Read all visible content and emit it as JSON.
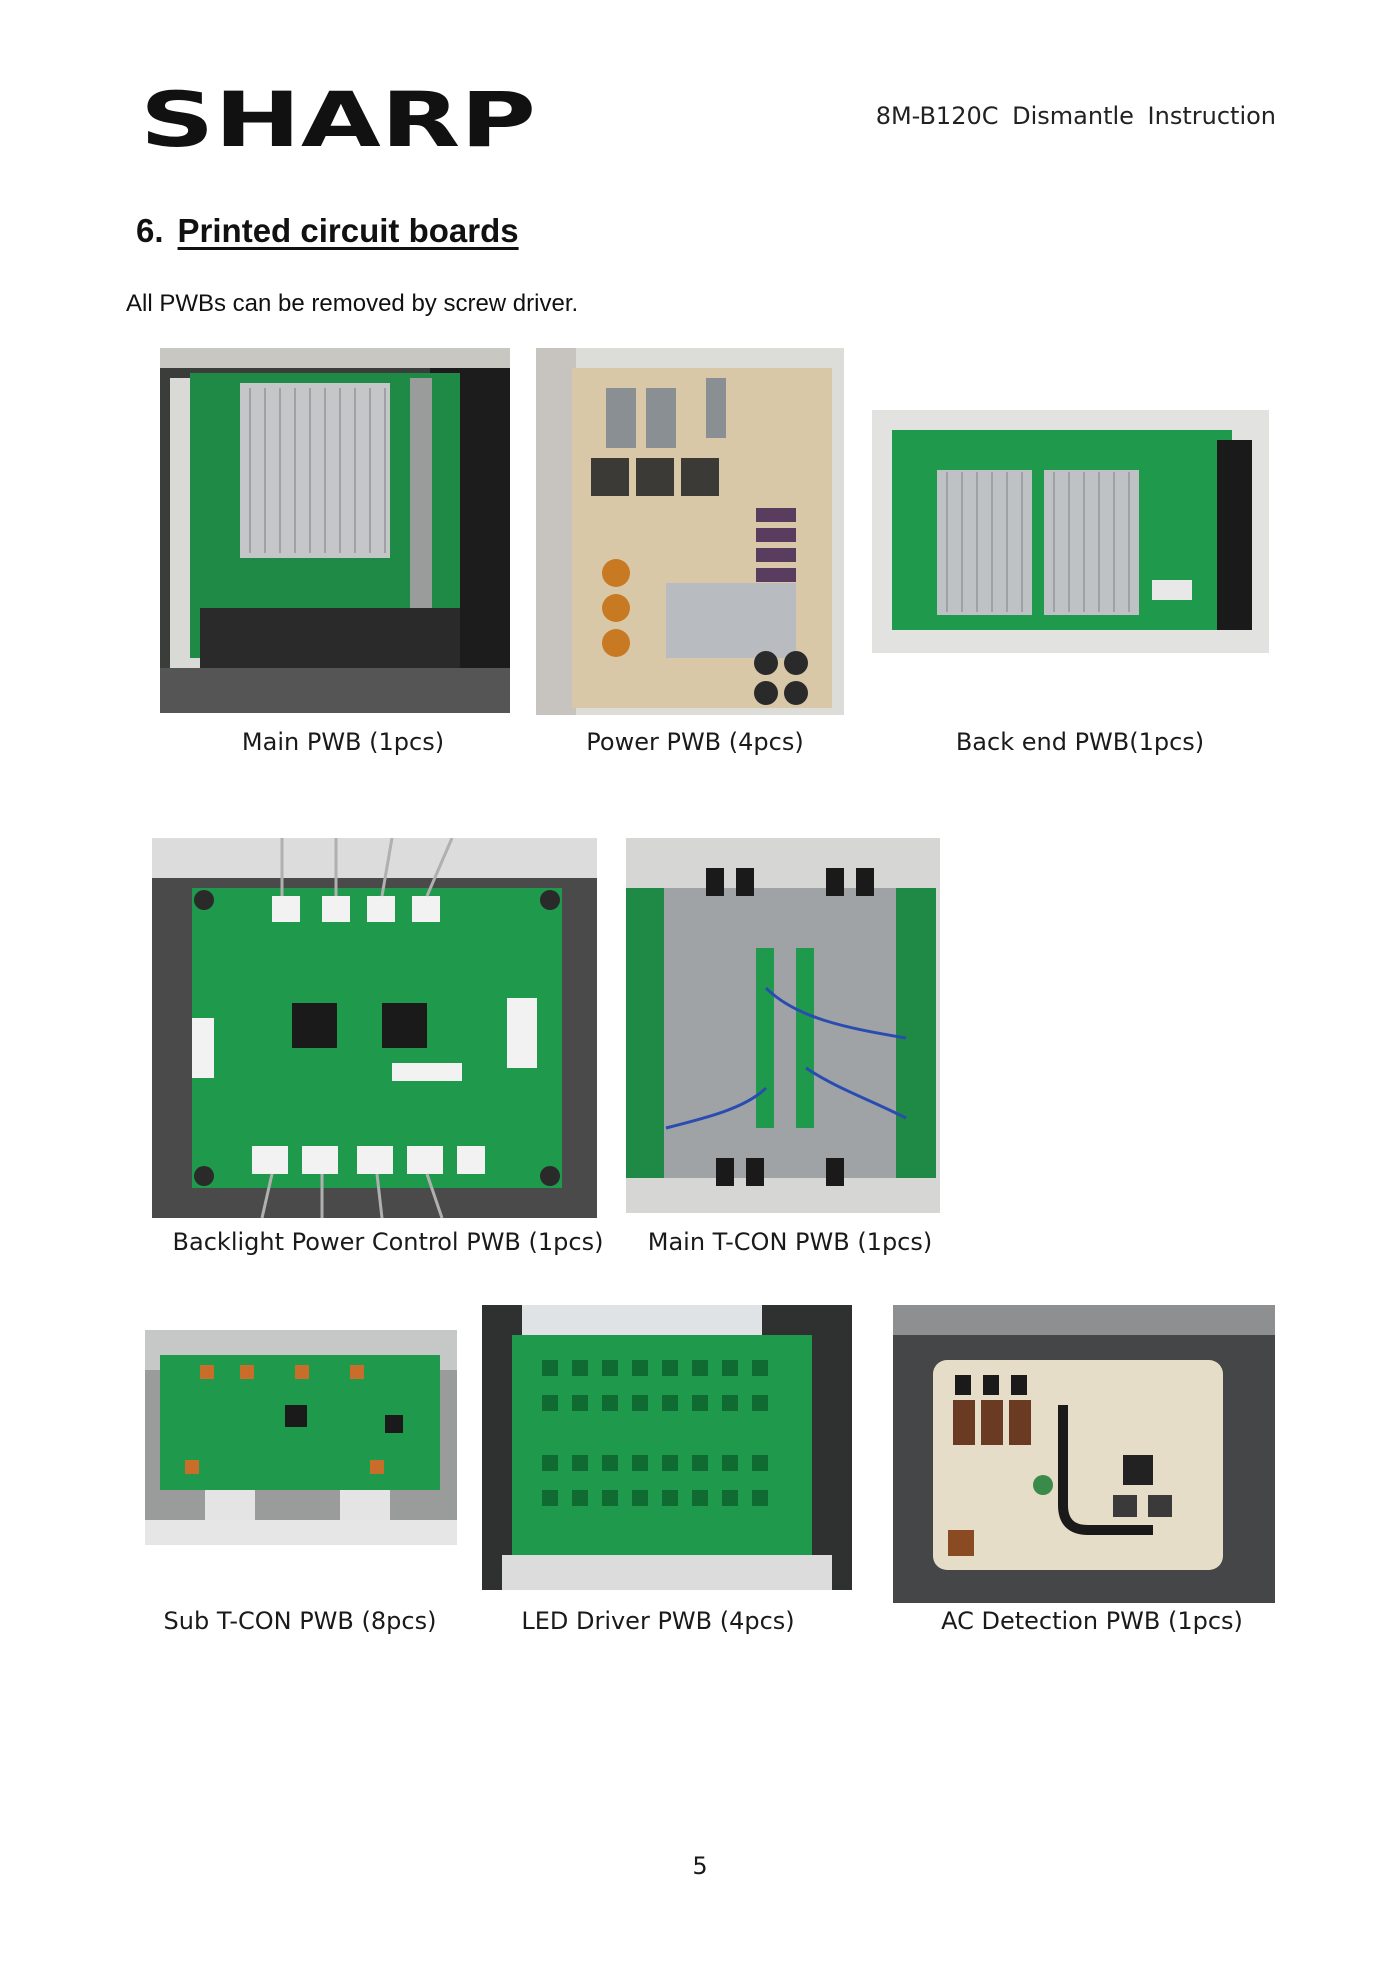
{
  "header": {
    "logo_text": "SHARP",
    "document_title": "8M-B120C  Dismantle  Instruction"
  },
  "section": {
    "number": "6.",
    "title": "Printed circuit boards",
    "intro": "All PWBs can be removed by screw driver."
  },
  "boards": [
    {
      "caption": "Main PWB (1pcs)"
    },
    {
      "caption": "Power PWB (4pcs)"
    },
    {
      "caption": "Back end PWB(1pcs)"
    },
    {
      "caption": "Backlight Power Control PWB (1pcs)"
    },
    {
      "caption": "Main T-CON PWB (1pcs)"
    },
    {
      "caption": "Sub T-CON PWB (8pcs)"
    },
    {
      "caption": "LED Driver PWB (4pcs)"
    },
    {
      "caption": "AC Detection PWB (1pcs)"
    }
  ],
  "footer": {
    "page_number": "5"
  }
}
